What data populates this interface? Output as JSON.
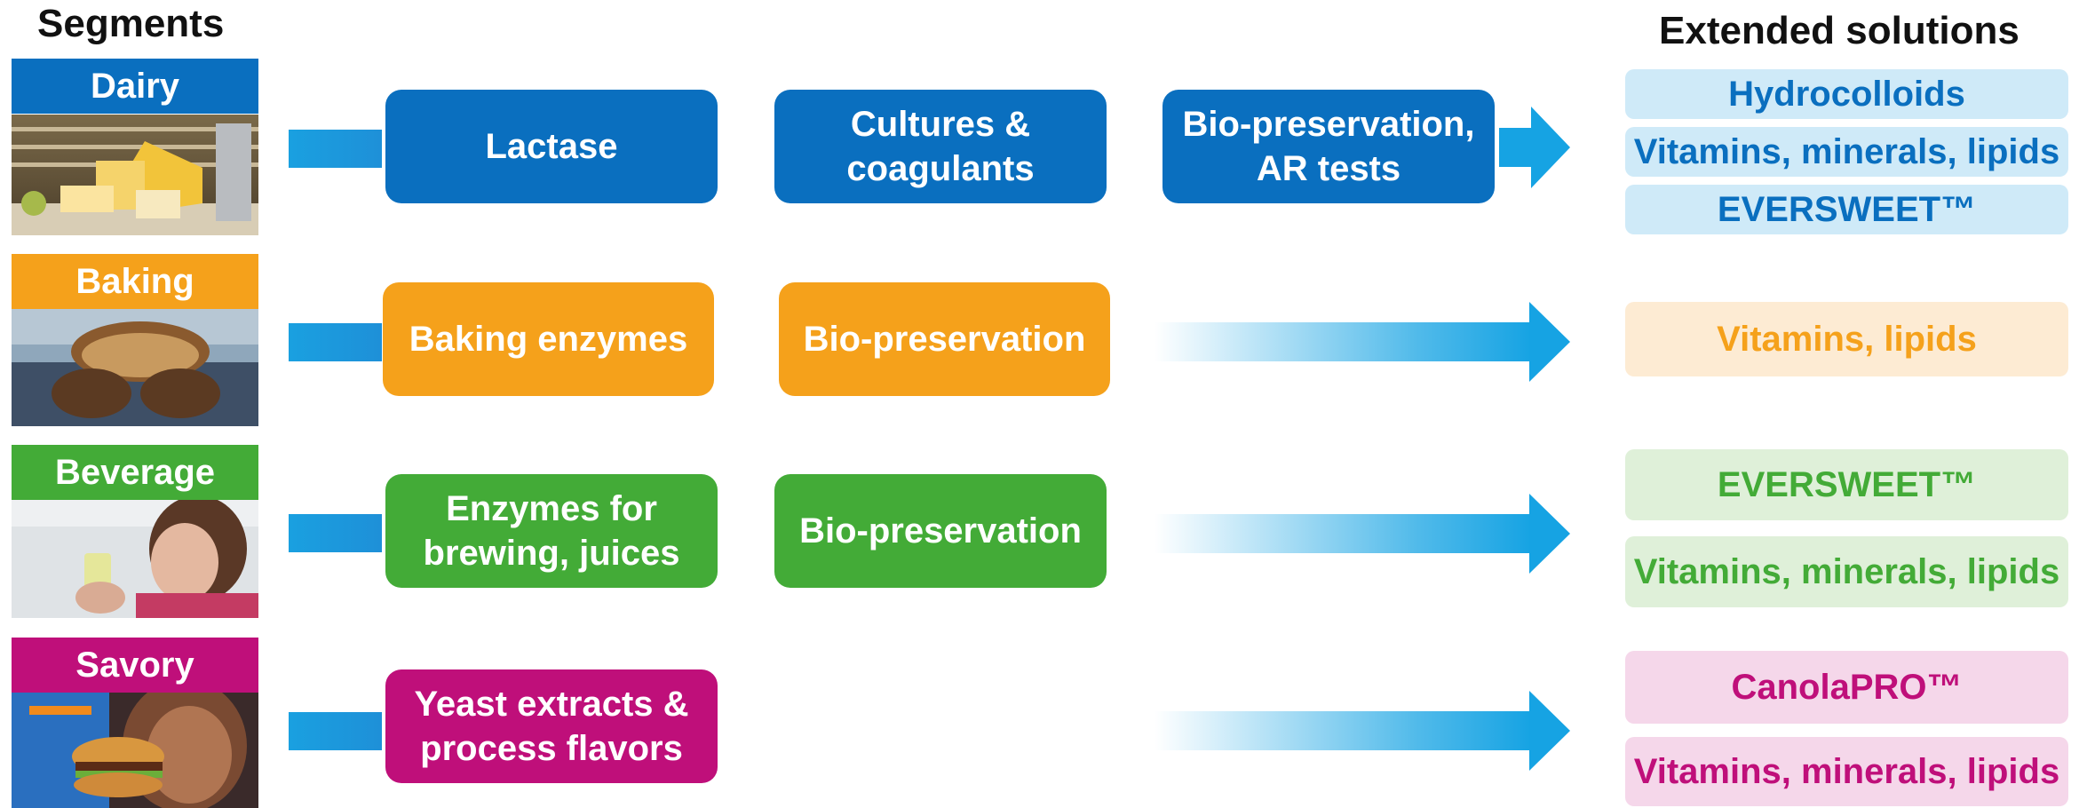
{
  "headings": {
    "segments": "Segments",
    "extended": "Extended solutions"
  },
  "colors": {
    "dairy": "#0a6fbf",
    "baking": "#f5a11b",
    "beverage": "#43ab37",
    "savory": "#bf0f7a",
    "arrow": "#16a3e3",
    "dairy_ext_bg": "#cfeaf8",
    "baking_ext_bg": "#fdebd3",
    "beverage_ext_bg": "#dff0d9",
    "savory_ext_bg": "#f5d7ea"
  },
  "rows": {
    "dairy": {
      "segment": "Dairy",
      "photo_icon": "cheese-photo",
      "boxes": [
        "Lactase",
        "Cultures &\ncoagulants",
        "Bio-preservation,\nAR tests"
      ],
      "extended": [
        "Hydrocolloids",
        "Vitamins, minerals, lipids",
        "EVERSWEET™"
      ]
    },
    "baking": {
      "segment": "Baking",
      "photo_icon": "bread-photo",
      "boxes": [
        "Baking enzymes",
        "Bio-preservation"
      ],
      "extended": [
        "Vitamins, lipids"
      ]
    },
    "beverage": {
      "segment": "Beverage",
      "photo_icon": "drinking-woman-photo",
      "boxes": [
        "Enzymes for\nbrewing, juices",
        "Bio-preservation"
      ],
      "extended": [
        "EVERSWEET™",
        "Vitamins, minerals, lipids"
      ]
    },
    "savory": {
      "segment": "Savory",
      "photo_icon": "burger-photo",
      "boxes": [
        "Yeast extracts &\nprocess flavors"
      ],
      "extended": [
        "CanolaPRO™",
        "Vitamins, minerals, lipids"
      ]
    }
  }
}
